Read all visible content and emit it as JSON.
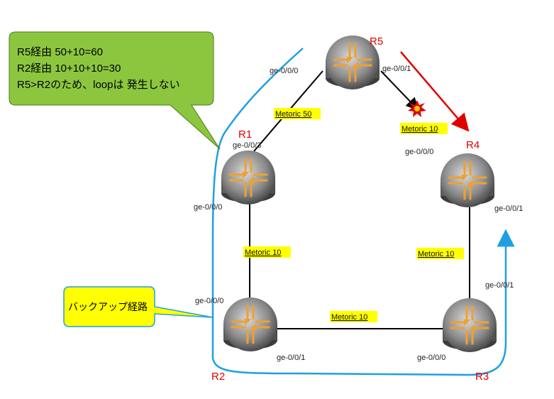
{
  "routers": {
    "r1": {
      "name": "R1"
    },
    "r2": {
      "name": "R2"
    },
    "r3": {
      "name": "R3"
    },
    "r4": {
      "name": "R4"
    },
    "r5": {
      "name": "R5"
    }
  },
  "interfaces": {
    "r5_left": "ge-0/0/0",
    "r5_right": "ge-0/0/1",
    "r1_top": "ge-0/0/3",
    "r1_bottom": "ge-0/0/0",
    "r4_left": "ge-0/0/0",
    "r4_right": "ge-0/0/1",
    "r2_top": "ge-0/0/0",
    "r2_bottom": "ge-0/0/1",
    "r3_top": "ge-0/0/1",
    "r3_bottom": "ge-0/0/0"
  },
  "metrics": {
    "r1_r5": "Metoric 50",
    "r5_r4": "Metoric 10",
    "r1_r2": "Metoric 10",
    "r4_r3": "Metoric 10",
    "r2_r3": "Metoric 10"
  },
  "callout": {
    "line1": "R5経由 50+10=60",
    "line2": "R2経由 10+10+10=30",
    "line3": "R5>R2のため、loopは 発生しない"
  },
  "backup_label": "バックアップ経路",
  "colors": {
    "callout_fill": "#8cc63f",
    "backup_fill": "#ffff00",
    "metric_fill": "#ffff00",
    "backup_path": "#1ea0e0",
    "failure_arrow": "#e00000",
    "router_name": "#e00000"
  }
}
